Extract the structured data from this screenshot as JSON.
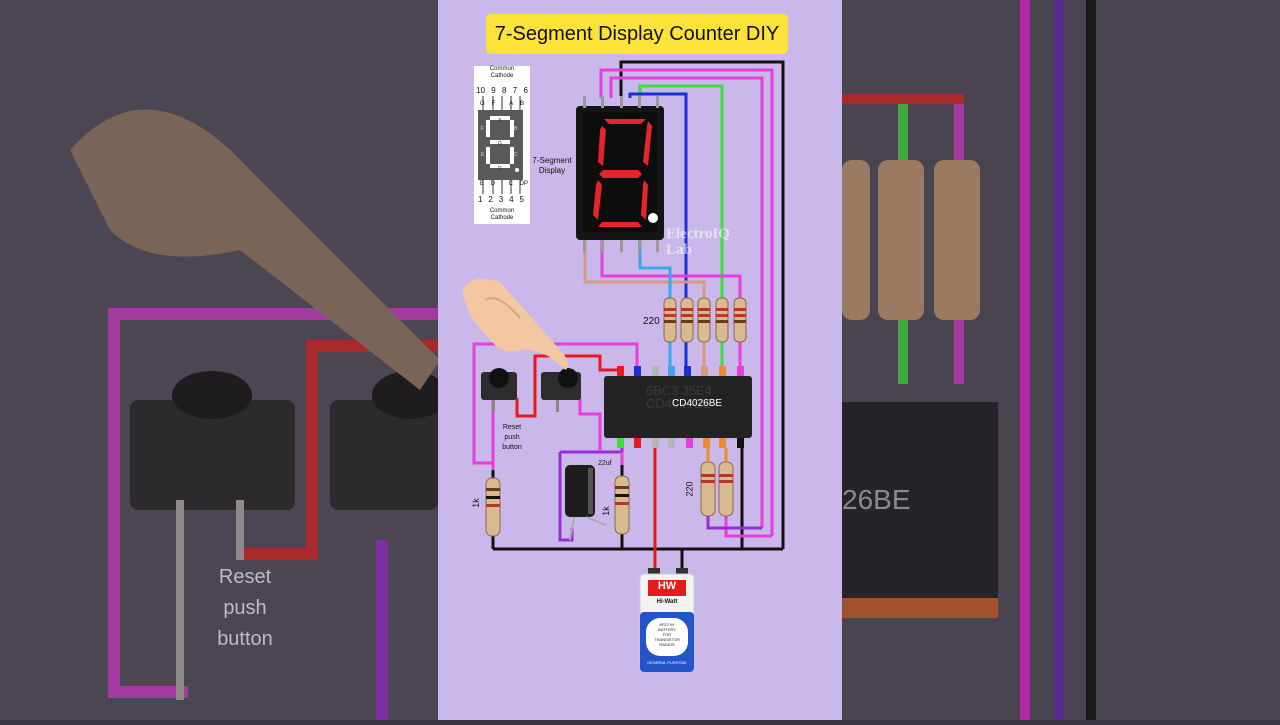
{
  "title": "7-Segment Display Counter DIY",
  "pinout": {
    "top_caption": "Common\nCathode",
    "bottom_caption": "Common\nCathode",
    "top_pin_numbers": [
      "10",
      "9",
      "8",
      "7",
      "6"
    ],
    "top_pin_letters": [
      "G",
      "F",
      "",
      "A",
      "B"
    ],
    "bottom_pin_letters": [
      "E",
      "D",
      "",
      "C",
      "DP"
    ],
    "bottom_pin_numbers": [
      "1",
      "2",
      "3",
      "4",
      "5"
    ],
    "segment_letters": [
      "A",
      "B",
      "C",
      "D",
      "E",
      "F",
      "G"
    ]
  },
  "display_label": "7-Segment\nDisplay",
  "watermark": "ElectroIQ\nLab",
  "resistor_label_top": "220",
  "resistor_label_bottom": "220",
  "ic_label": "CD4026BE",
  "ic_print": "6BC3 J5E4\nCD4026BE",
  "reset_label": "Reset\npush\nbutton",
  "cap_label": "22uf",
  "res_1k_left": "1k",
  "res_1k_right": "1k",
  "battery": {
    "brand": "HW",
    "brand_name": "Hi-Watt",
    "small_text": "6F22 9V\nBATTERY\nFOR\nTRANSISTOR\nRADIOS",
    "purpose": "GENERAL PURPOSE"
  },
  "bg_right_text": "26BE",
  "bg_reset_label": "Reset\npush\nbutton",
  "wire_colors": {
    "black": "#111111",
    "magenta": "#e83ee0",
    "purple": "#9a2bd4",
    "red": "#e51b1b",
    "blue": "#1a2fd6",
    "green": "#39e039",
    "skyblue": "#3aa7ee",
    "tan": "#d69b7e",
    "panel": "#cbb8ea",
    "title_bg": "#fde23a"
  }
}
